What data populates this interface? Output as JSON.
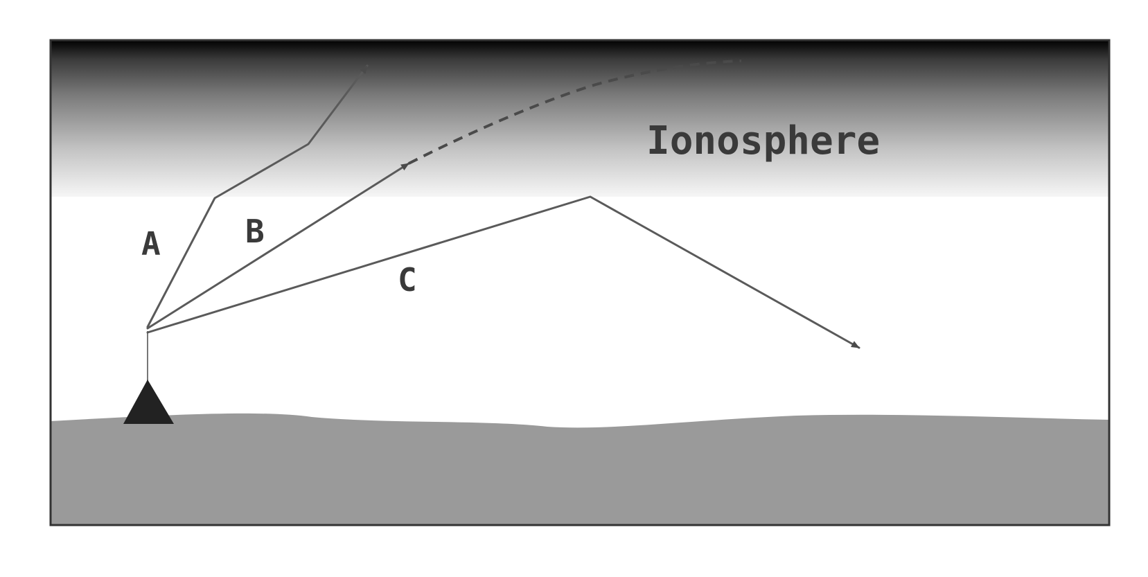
{
  "diagram": {
    "layer_label": "Ionosphere",
    "rays": [
      {
        "id": "A",
        "label": "A"
      },
      {
        "id": "B",
        "label": "B"
      },
      {
        "id": "C",
        "label": "C"
      }
    ],
    "colors": {
      "sky_top": "#000000",
      "sky_bottom": "#ffffff",
      "ground": "#9a9a9a",
      "antenna": "#222222",
      "ray": "#5a5a5a",
      "frame": "#333333"
    }
  }
}
